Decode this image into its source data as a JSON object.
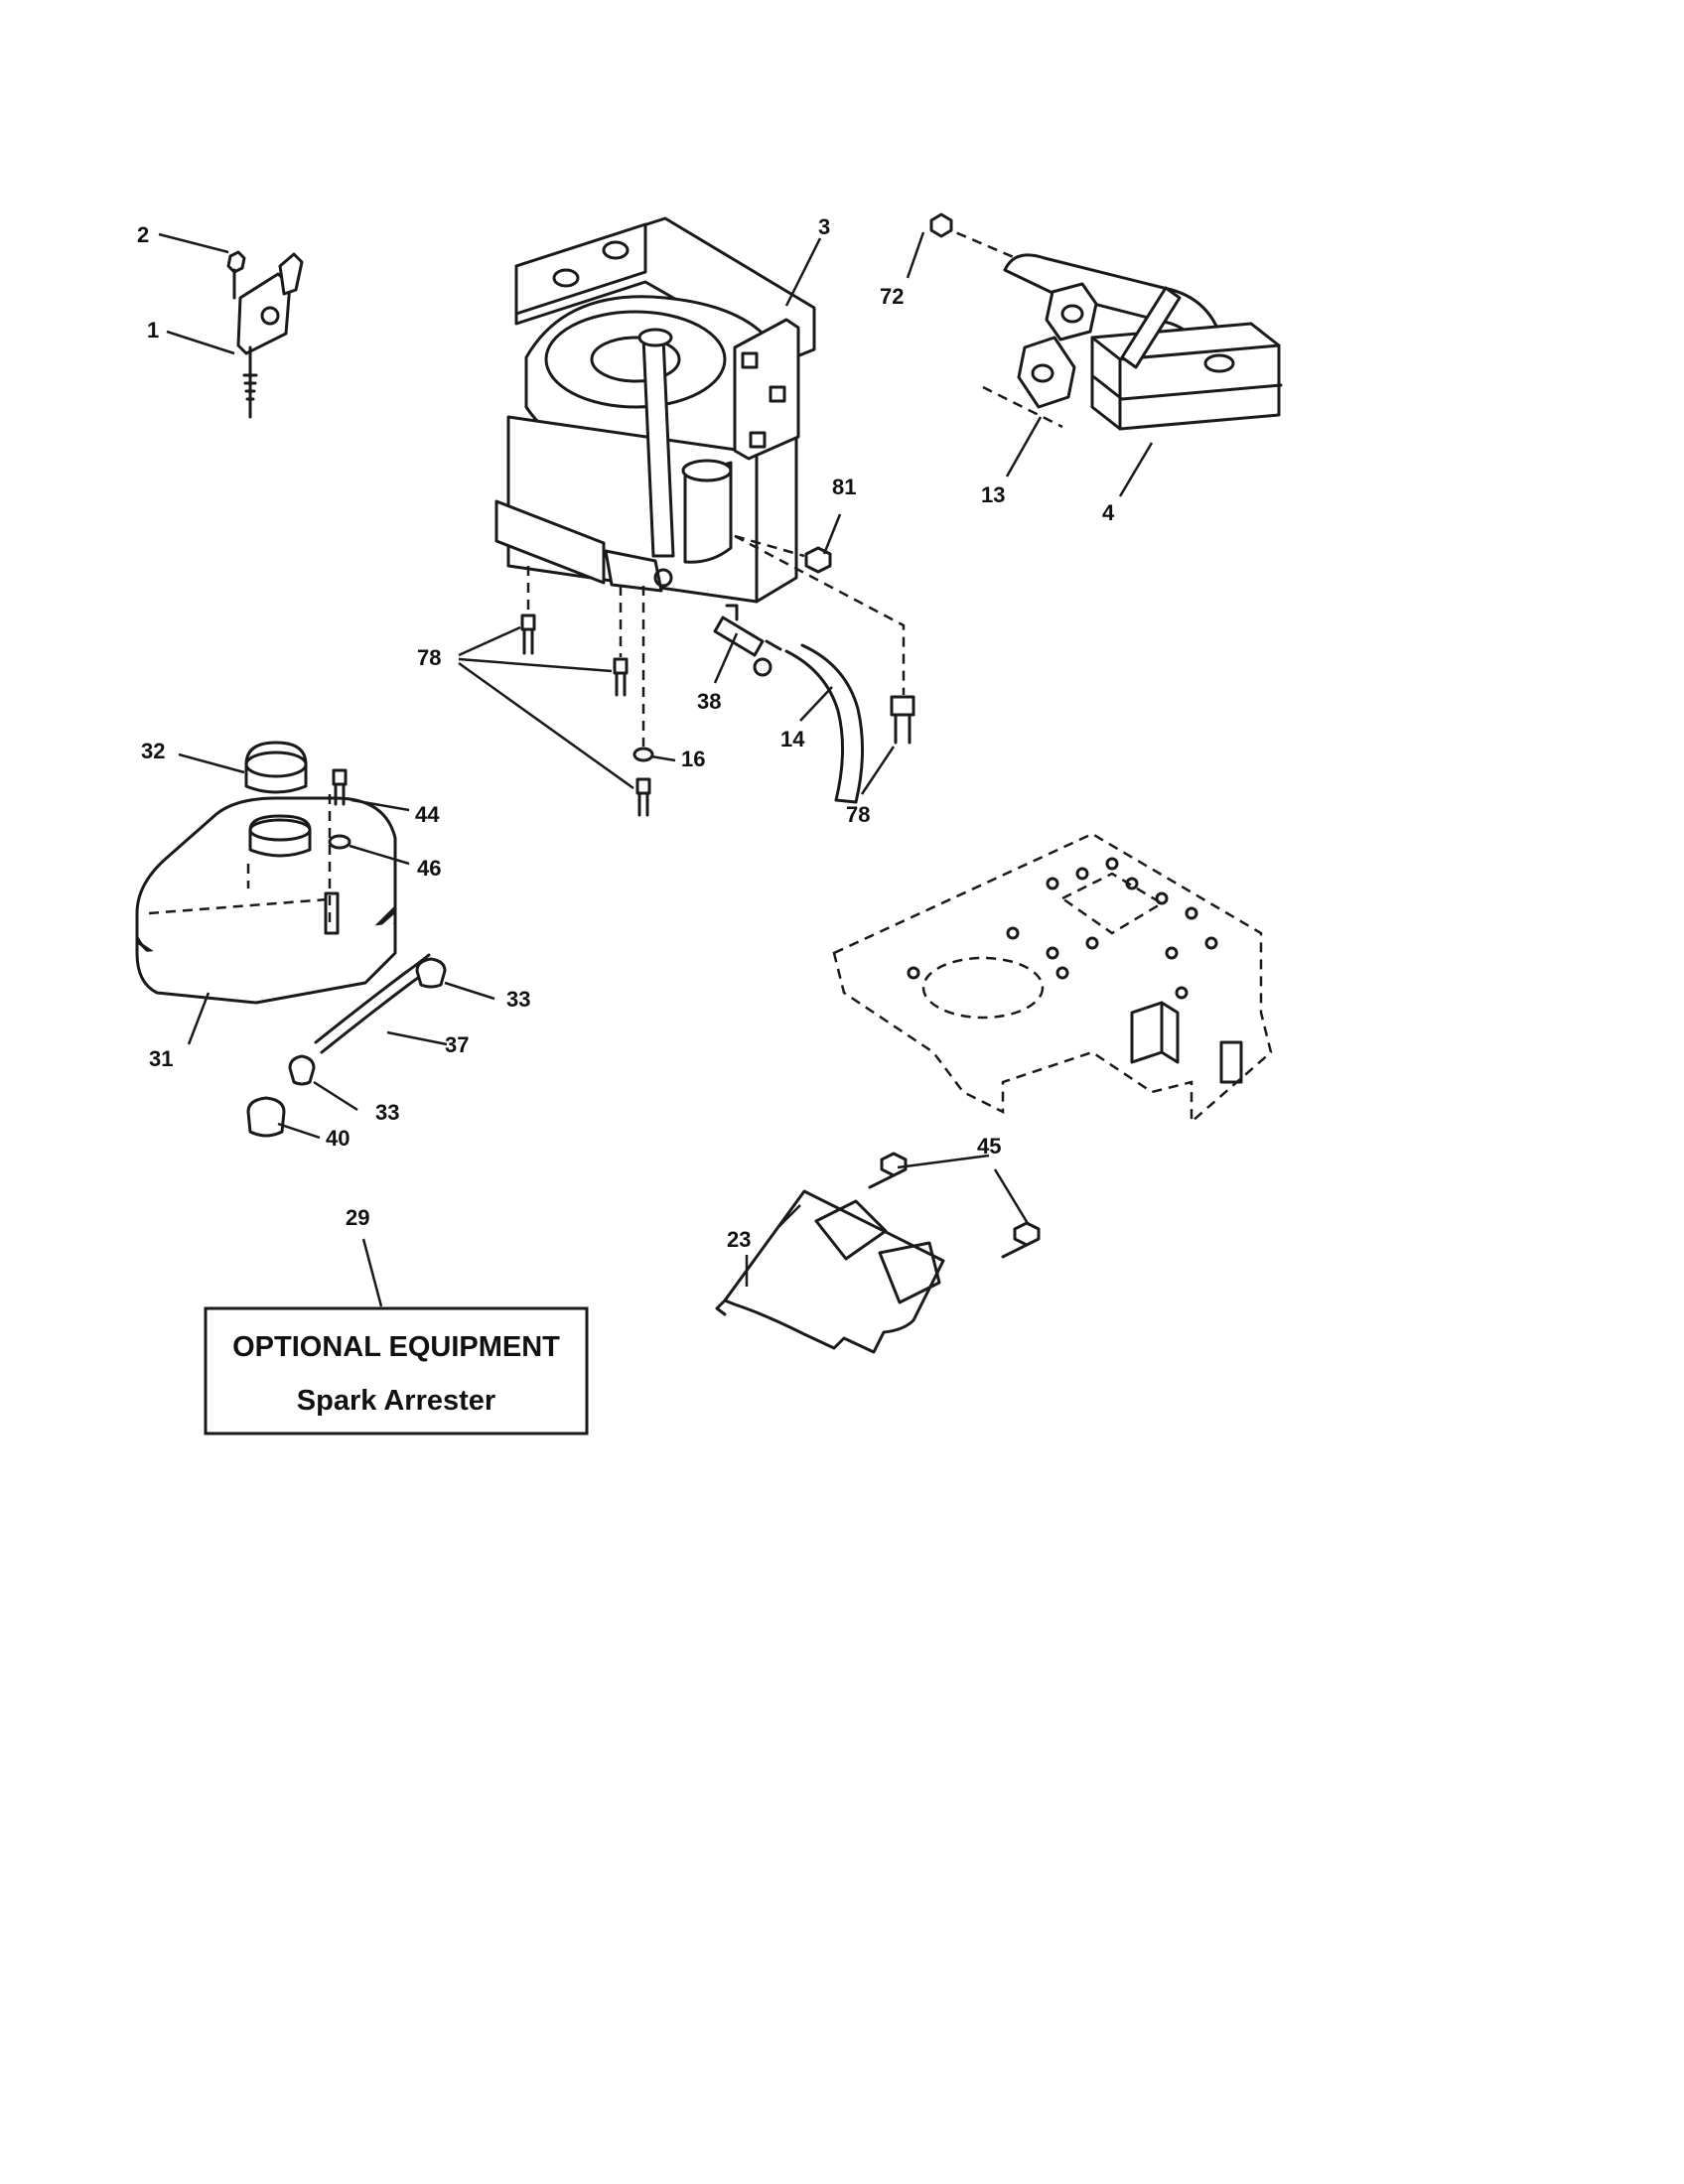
{
  "callouts": {
    "c1": "1",
    "c2": "2",
    "c3": "3",
    "c4": "4",
    "c13": "13",
    "c14": "14",
    "c16": "16",
    "c23": "23",
    "c29": "29",
    "c31": "31",
    "c32": "32",
    "c33a": "33",
    "c33b": "33",
    "c37": "37",
    "c38": "38",
    "c40": "40",
    "c44": "44",
    "c45": "45",
    "c46": "46",
    "c72": "72",
    "c78a": "78",
    "c78b": "78",
    "c81": "81"
  },
  "optional_box": {
    "line1": "OPTIONAL EQUIPMENT",
    "line2": "Spark Arrester"
  }
}
